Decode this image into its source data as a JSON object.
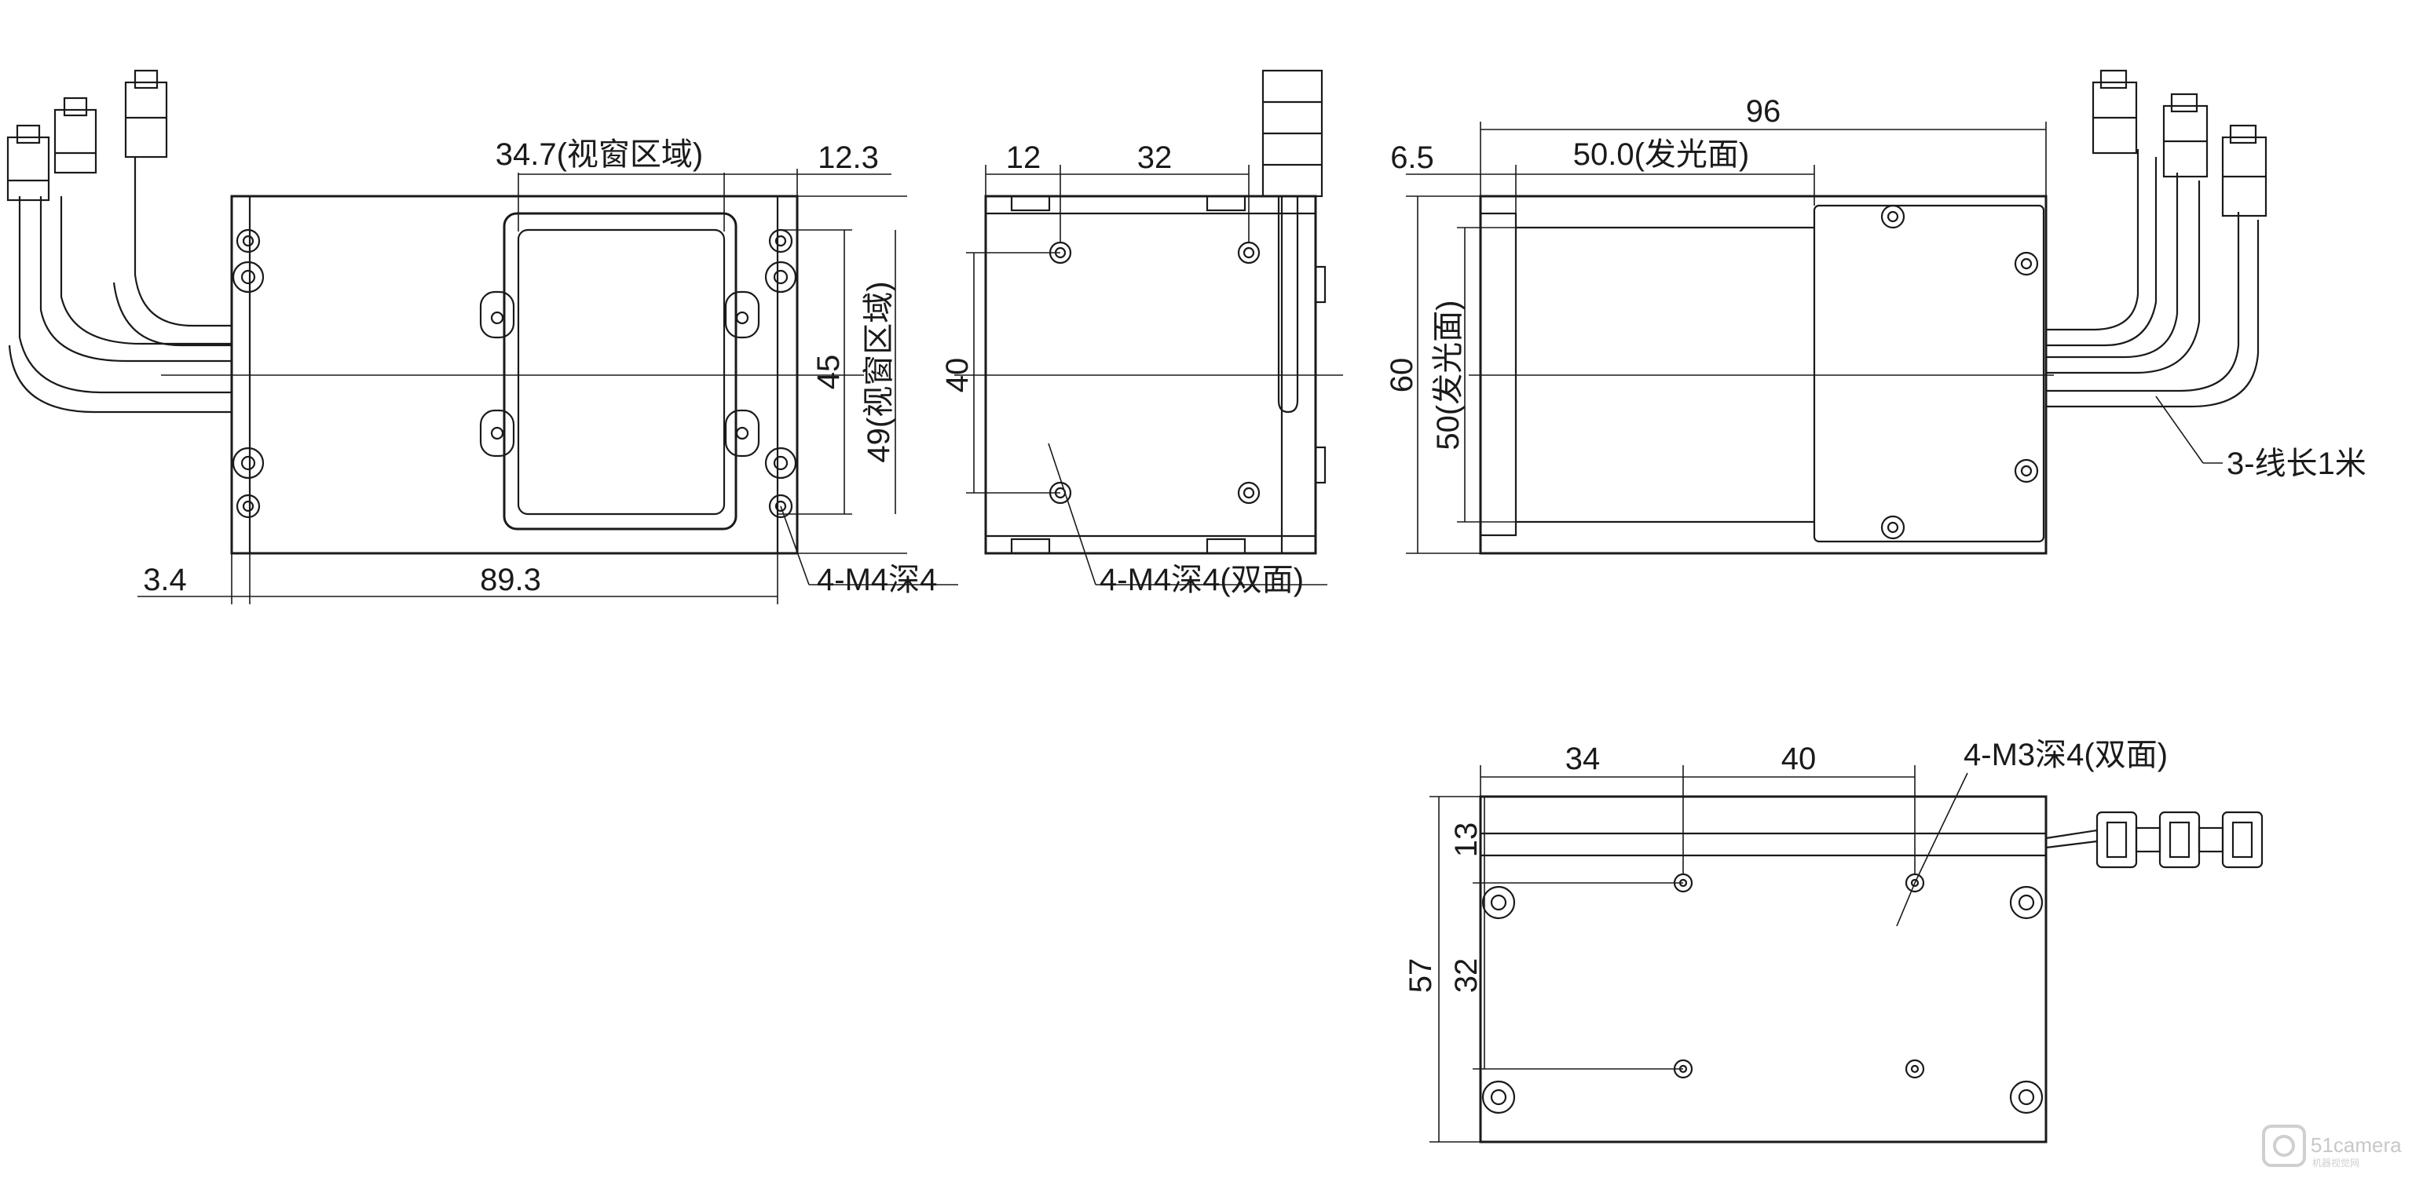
{
  "front_view": {
    "window_width": "34.7(视窗区域)",
    "right_offset": "12.3",
    "window_height_value": "45",
    "window_height_label": "49(视窗区域)",
    "left_offset": "3.4",
    "hole_spacing": "89.3",
    "hole_note": "4-M4深4"
  },
  "side_view": {
    "left_offset": "12",
    "hole_spacing_x": "32",
    "hole_spacing_y": "40",
    "hole_note": "4-M4深4(双面)"
  },
  "top_view": {
    "total_length": "96",
    "edge_offset": "6.5",
    "emit_width": "50.0(发光面)",
    "total_height": "60",
    "emit_height": "50(发光面)",
    "cable_note": "3-线长1米"
  },
  "bottom_view": {
    "spacing_a": "34",
    "spacing_b": "40",
    "hole_note": "4-M3深4(双面)",
    "offset_top": "13",
    "hole_spacing_y": "32",
    "total_height": "57"
  },
  "watermark": {
    "brand": "51camera",
    "tagline": "机器视觉网"
  }
}
